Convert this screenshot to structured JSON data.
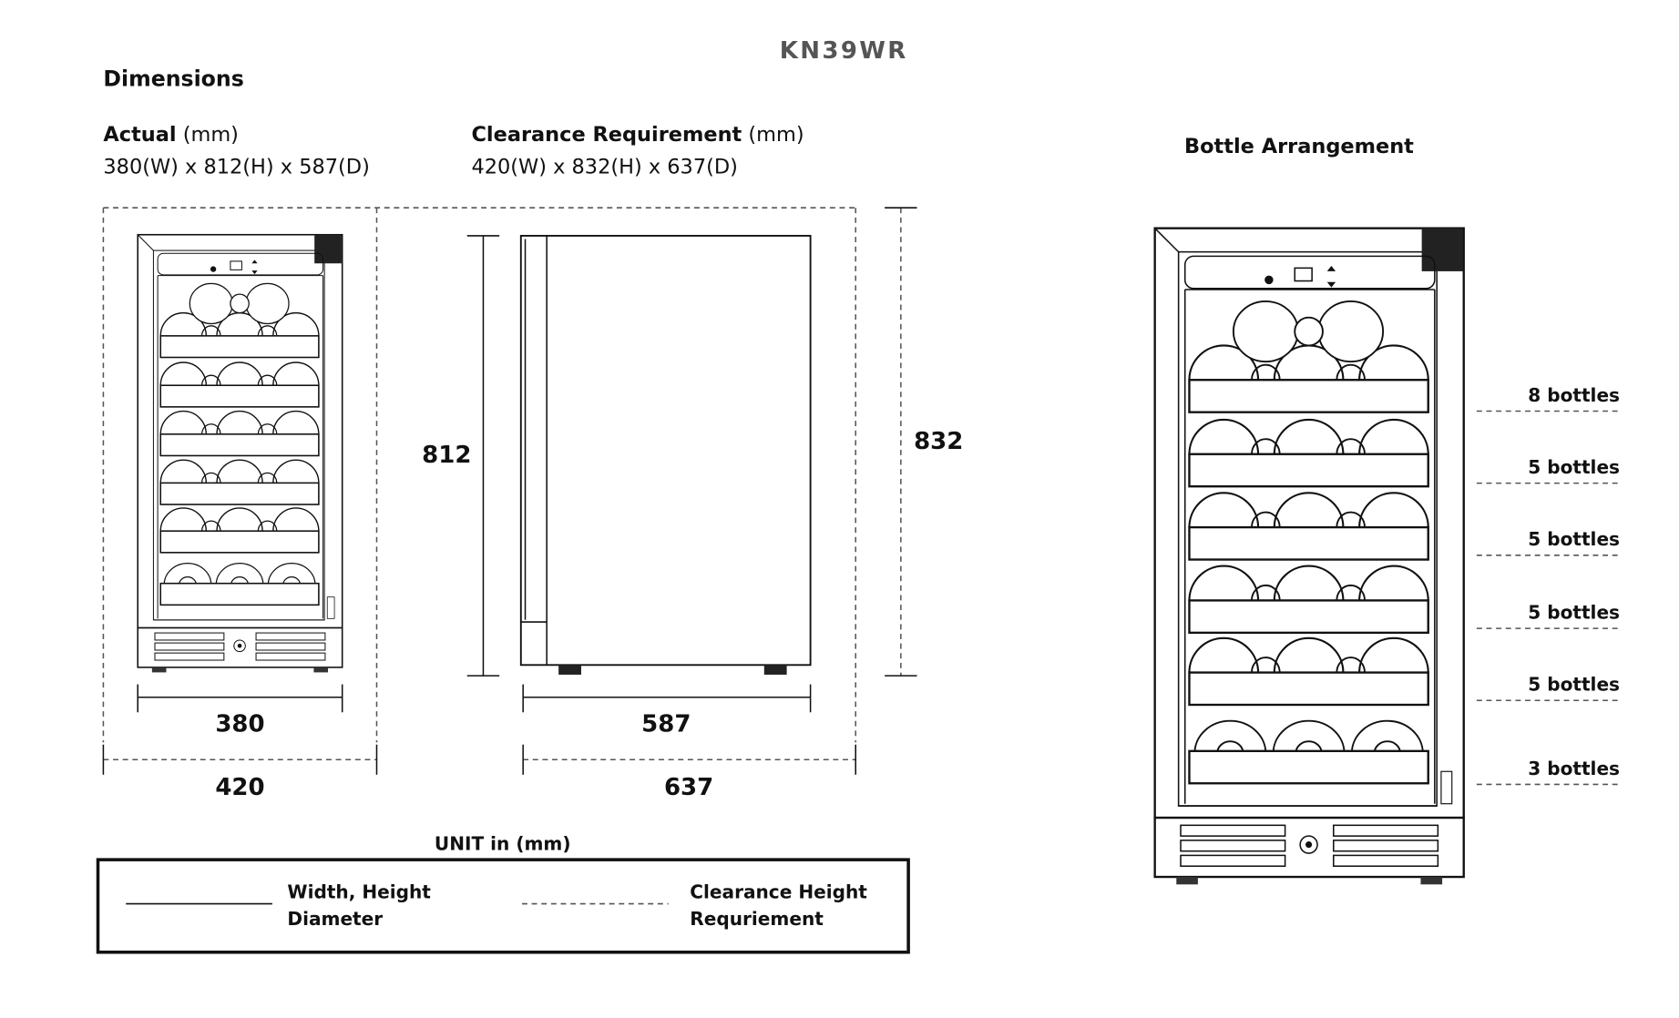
{
  "model": "KN39WR",
  "dimensions": {
    "heading": "Dimensions",
    "actual_label": "Actual",
    "actual_unit": "(mm)",
    "actual_value": "380(W) x 812(H) x 587(D)",
    "clearance_label": "Clearance Requirement",
    "clearance_unit": "(mm)",
    "clearance_value": "420(W) x 832(H) x 637(D)",
    "width": "380",
    "clearance_width": "420",
    "height": "812",
    "clearance_height": "832",
    "depth": "587",
    "clearance_depth": "637",
    "unit_note": "UNIT in (mm)"
  },
  "legend": {
    "solid_line_1": "Width, Height",
    "solid_line_2": "Diameter",
    "dashed_line_1": "Clearance Height",
    "dashed_line_2": "Requriement"
  },
  "bottle_arrangement": {
    "heading": "Bottle Arrangement",
    "shelves": [
      {
        "label": "8 bottles",
        "count": 8
      },
      {
        "label": "5 bottles",
        "count": 5
      },
      {
        "label": "5 bottles",
        "count": 5
      },
      {
        "label": "5 bottles",
        "count": 5
      },
      {
        "label": "5 bottles",
        "count": 5
      },
      {
        "label": "3 bottles",
        "count": 3
      }
    ]
  }
}
